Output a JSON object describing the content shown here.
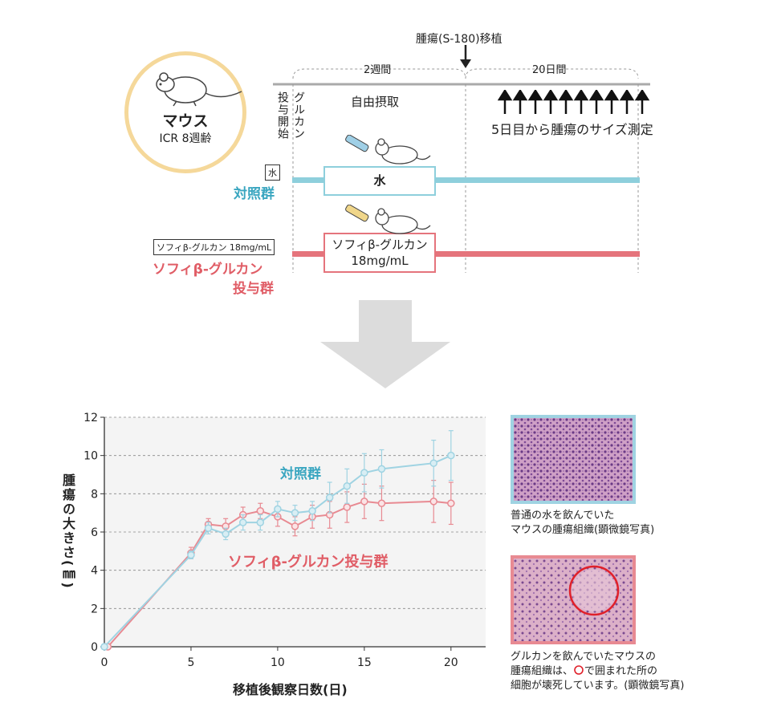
{
  "mouse": {
    "title": "マウス",
    "subtitle": "ICR 8週齢"
  },
  "timeline": {
    "transplant_label": "腫瘍(S-180)移植",
    "period1": "2週間",
    "period2": "20日間",
    "start_label_col1": "投与開始",
    "start_label_col2": "グルカン",
    "free_intake": "自由摂取",
    "measure_note": "5日目から腫瘍のサイズ測定"
  },
  "groups": {
    "control": {
      "tag": "水",
      "name": "対照群",
      "box": "水",
      "color": "#8ecfdc"
    },
    "treated": {
      "tag": "ソフィβ-グルカン 18mg/mL",
      "name_line1": "ソフィβ-グルカン",
      "name_line2": "投与群",
      "box_line1": "ソフィβ-グルカン",
      "box_line2": "18mg/mL",
      "color": "#e5747c"
    }
  },
  "chart_data": {
    "type": "line",
    "ylabel": "腫瘍の大きさ(㎜)",
    "xlabel": "移植後観察日数(日)",
    "xlim": [
      0,
      22
    ],
    "ylim": [
      0,
      12
    ],
    "xticks": [
      "0",
      "5",
      "10",
      "15",
      "20"
    ],
    "yticks": [
      "0",
      "2",
      "4",
      "6",
      "8",
      "10",
      "12"
    ],
    "grid": true,
    "series": [
      {
        "name": "対照群",
        "color": "#9fd3e2",
        "label_color": "#3aa6c0",
        "points": [
          {
            "x": 0,
            "y": 0,
            "err": 0
          },
          {
            "x": 5,
            "y": 4.8,
            "err": 0.2
          },
          {
            "x": 6,
            "y": 6.2,
            "err": 0.3
          },
          {
            "x": 7,
            "y": 5.9,
            "err": 0.3
          },
          {
            "x": 8,
            "y": 6.5,
            "err": 0.4
          },
          {
            "x": 9,
            "y": 6.5,
            "err": 0.4
          },
          {
            "x": 10,
            "y": 7.2,
            "err": 0.4
          },
          {
            "x": 11,
            "y": 7.0,
            "err": 0.4
          },
          {
            "x": 12,
            "y": 7.1,
            "err": 0.5
          },
          {
            "x": 13,
            "y": 7.8,
            "err": 0.8
          },
          {
            "x": 14,
            "y": 8.4,
            "err": 0.9
          },
          {
            "x": 15,
            "y": 9.1,
            "err": 1.0
          },
          {
            "x": 16,
            "y": 9.3,
            "err": 1.0
          },
          {
            "x": 19,
            "y": 9.6,
            "err": 1.2
          },
          {
            "x": 20,
            "y": 10.0,
            "err": 1.3
          }
        ]
      },
      {
        "name": "ソフィβ-グルカン投与群",
        "color": "#e88a92",
        "label_color": "#e05d66",
        "points": [
          {
            "x": 0.2,
            "y": 0,
            "err": 0
          },
          {
            "x": 5,
            "y": 4.9,
            "err": 0.3
          },
          {
            "x": 6,
            "y": 6.4,
            "err": 0.3
          },
          {
            "x": 7,
            "y": 6.3,
            "err": 0.4
          },
          {
            "x": 8,
            "y": 6.9,
            "err": 0.4
          },
          {
            "x": 9,
            "y": 7.1,
            "err": 0.4
          },
          {
            "x": 10,
            "y": 6.8,
            "err": 0.5
          },
          {
            "x": 11,
            "y": 6.3,
            "err": 0.5
          },
          {
            "x": 12,
            "y": 6.8,
            "err": 0.6
          },
          {
            "x": 13,
            "y": 6.9,
            "err": 0.7
          },
          {
            "x": 14,
            "y": 7.3,
            "err": 0.8
          },
          {
            "x": 15,
            "y": 7.6,
            "err": 0.9
          },
          {
            "x": 16,
            "y": 7.5,
            "err": 0.9
          },
          {
            "x": 19,
            "y": 7.6,
            "err": 1.1
          },
          {
            "x": 20,
            "y": 7.5,
            "err": 1.1
          }
        ]
      }
    ]
  },
  "photos": {
    "control_caption": [
      "普通の水を飲んでいた",
      "マウスの腫瘍組織(顕微鏡写真)"
    ],
    "treated_caption_1": "グルカンを飲んでいたマウスの",
    "treated_caption_2a": "腫瘍組織は、",
    "treated_caption_2b": "で囲まれた所の",
    "treated_caption_3": "細胞が壊死しています。(顕微鏡写真)"
  }
}
